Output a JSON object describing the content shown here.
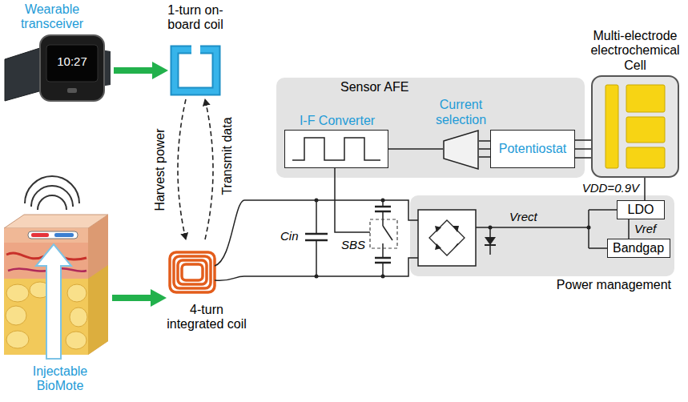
{
  "diagram": {
    "nodes": [
      {
        "text": [
          "Sensor AFE"
        ]
      },
      {
        "text": [
          "I-F Converter"
        ],
        "in": 0
      },
      {
        "text": [
          "Current selection"
        ],
        "in": 0
      },
      {
        "text": [
          "Potentiostat"
        ],
        "in": 0
      },
      {
        "text": [
          "Multi-electrode electrochemical Cell"
        ]
      },
      {
        "text": [
          "Power management"
        ]
      },
      {
        "text": [
          "LDO"
        ],
        "in": 5
      },
      {
        "text": [
          "Bandgap"
        ],
        "in": 5
      }
    ],
    "edges": [
      {
        "from": 2,
        "to": 1,
        "arrow": "none"
      },
      {
        "from": 3,
        "to": 2,
        "arrow": "none"
      },
      {
        "from": 3,
        "to": 4,
        "arrow": "none"
      },
      {
        "from": 7,
        "to": 6,
        "arrow": "none"
      },
      {
        "from": 6,
        "to": 4,
        "arrow": "none"
      }
    ],
    "labels": [
      "Wearable transceiver",
      "10:27",
      "1-turn on-board coil",
      "Harvest power",
      "Transmit data",
      "4-turn integrated coil",
      "Injectable BioMote",
      "Cin",
      "SBS",
      "VDD=0.9V",
      "Vrect",
      "Vref"
    ]
  }
}
